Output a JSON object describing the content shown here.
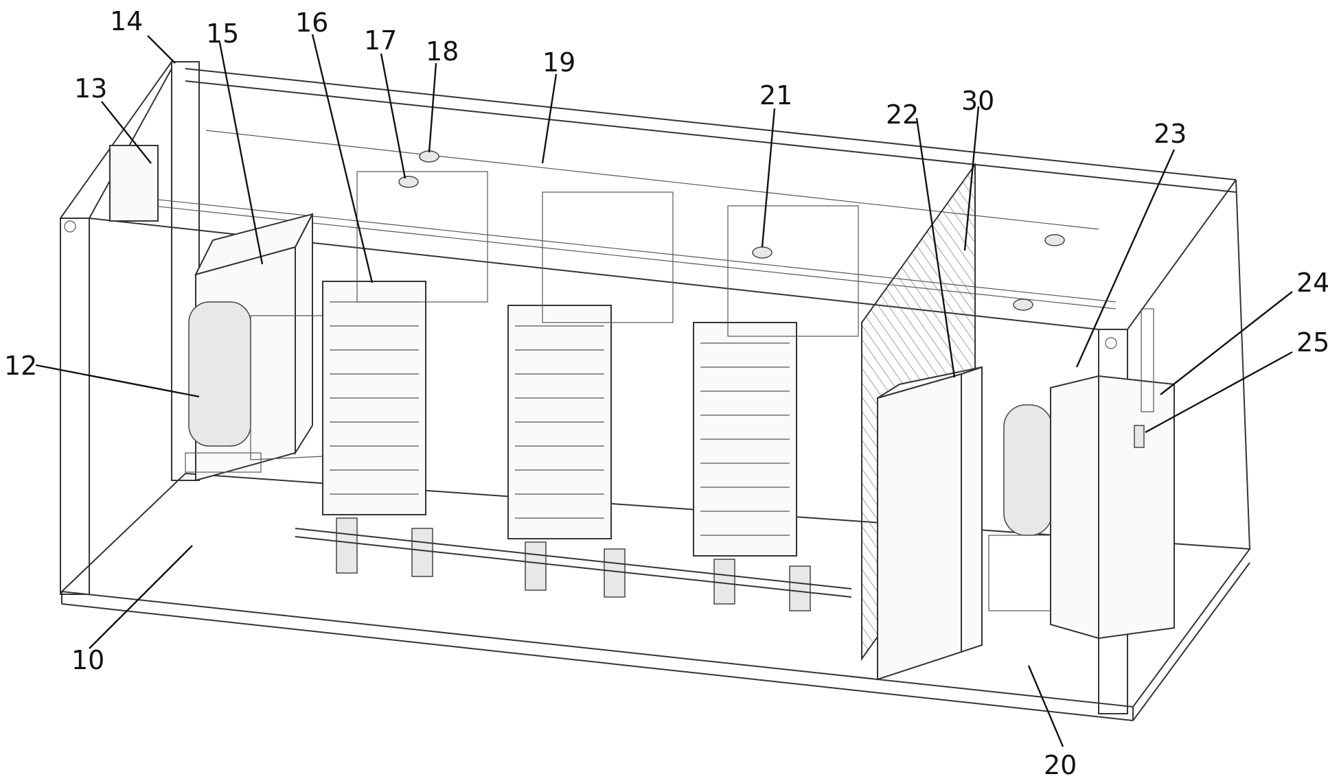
{
  "labels": {
    "l10": "10",
    "l12": "12",
    "l13": "13",
    "l14": "14",
    "l15": "15",
    "l16": "16",
    "l17": "17",
    "l18": "18",
    "l19": "19",
    "l20": "20",
    "l21": "21",
    "l22": "22",
    "l23": "23",
    "l24": "24",
    "l25": "25",
    "l30": "30"
  }
}
